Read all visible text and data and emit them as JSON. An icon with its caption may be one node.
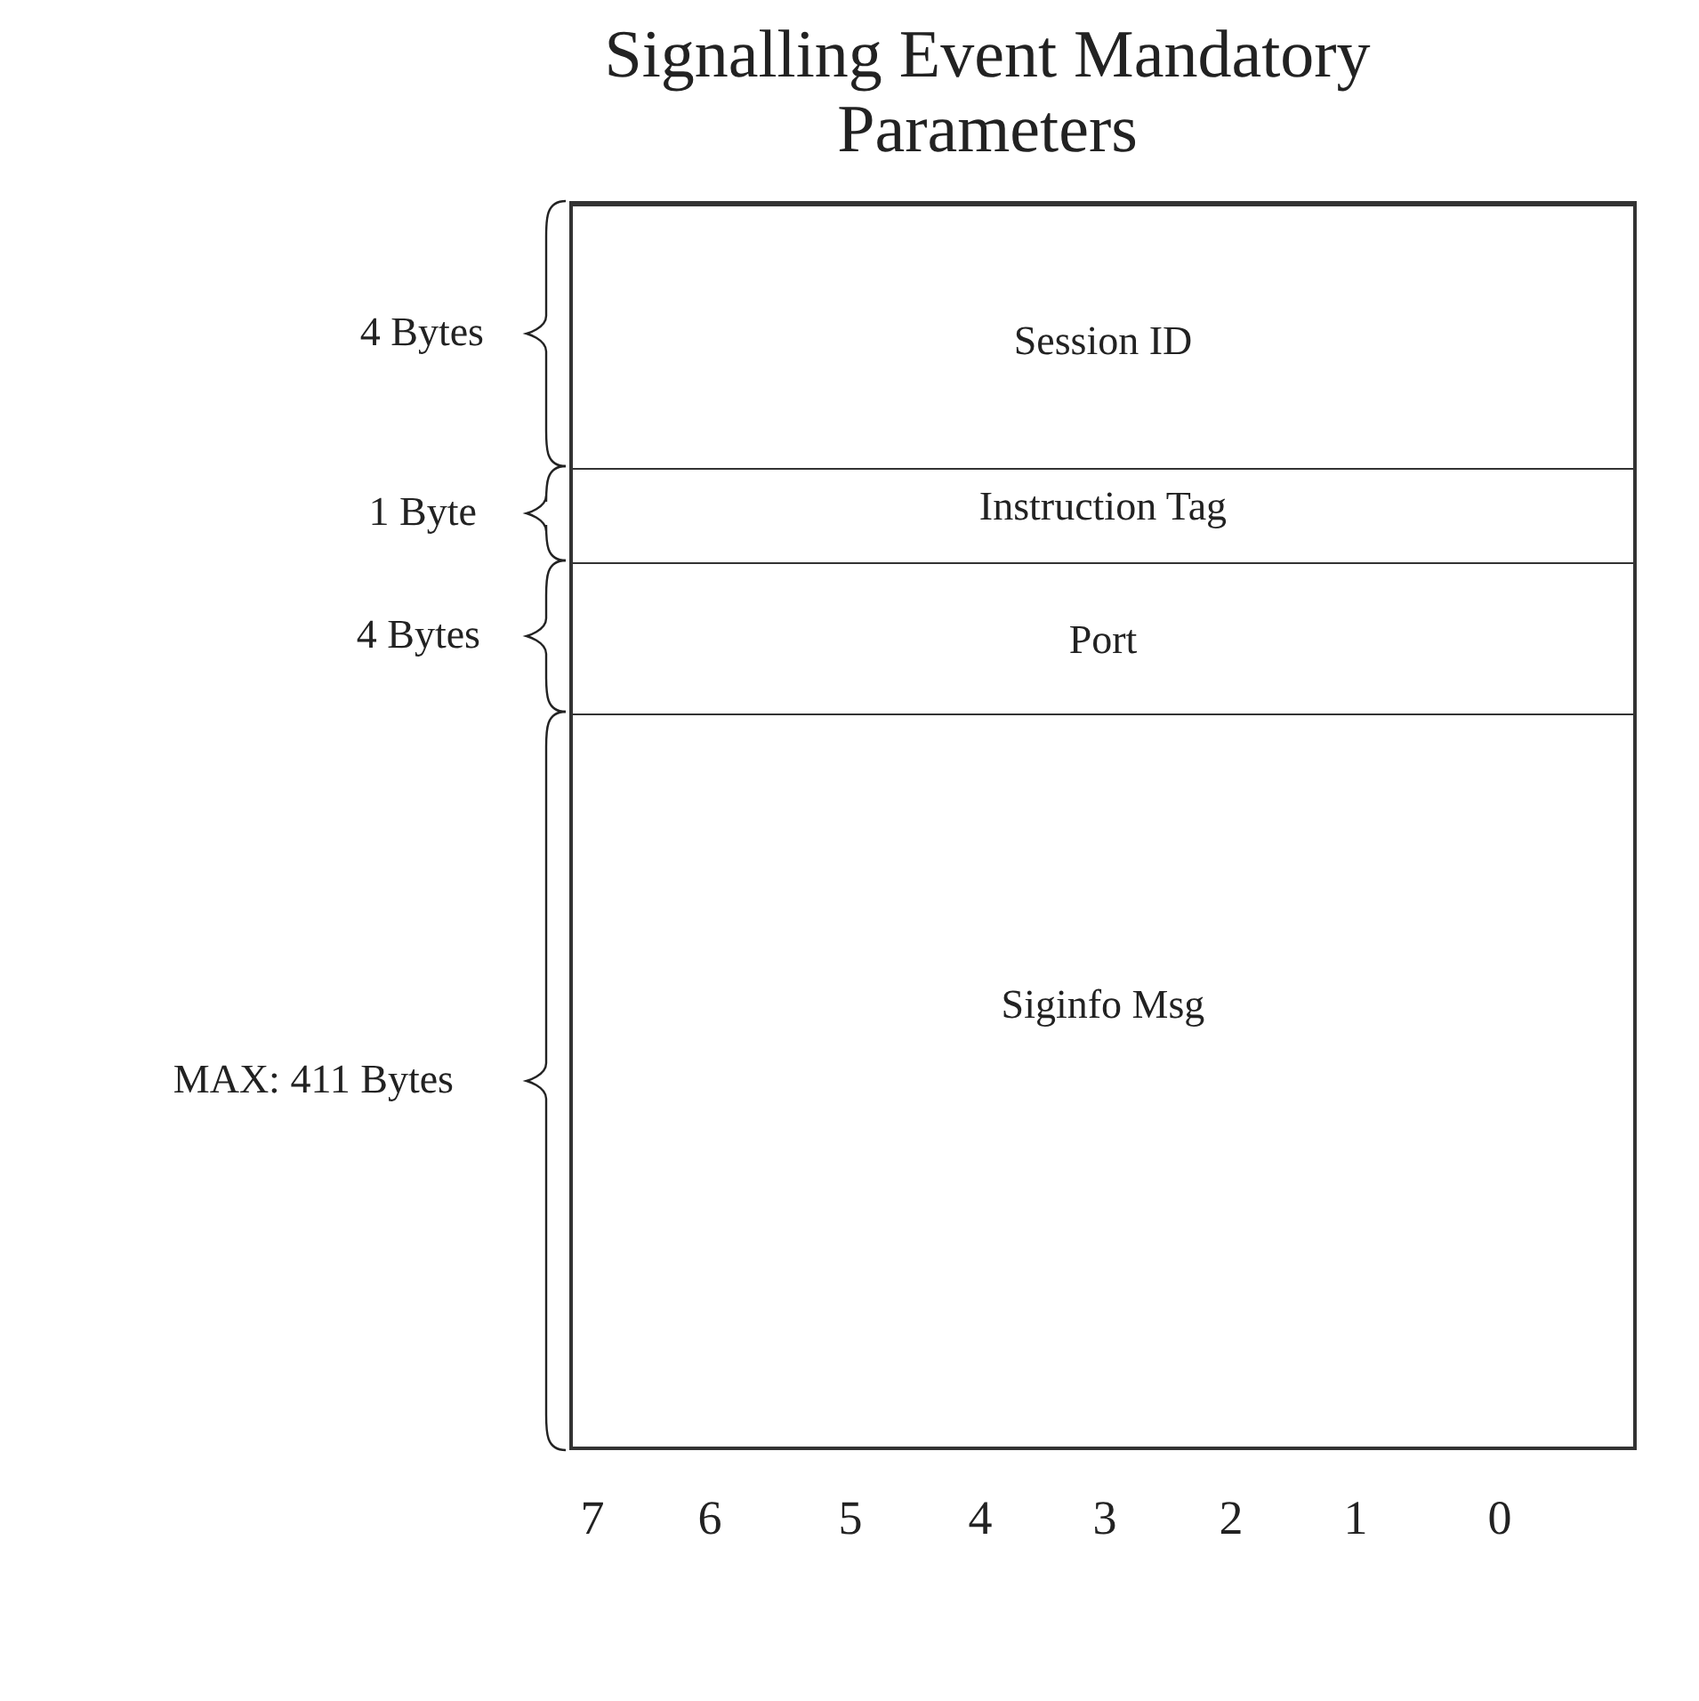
{
  "diagram": {
    "title": "Signalling Event Mandatory Parameters",
    "nodes": [
      {
        "text": [
          "Session ID"
        ]
      },
      {
        "text": [
          "Instruction Tag"
        ]
      },
      {
        "text": [
          "Port"
        ]
      },
      {
        "text": [
          "Siginfo Msg"
        ]
      }
    ],
    "labels": [
      "4 Bytes",
      "1 Byte",
      "4 Bytes",
      "MAX: 411 Bytes",
      "7",
      "6",
      "5",
      "4",
      "3",
      "2",
      "1",
      "0"
    ]
  }
}
